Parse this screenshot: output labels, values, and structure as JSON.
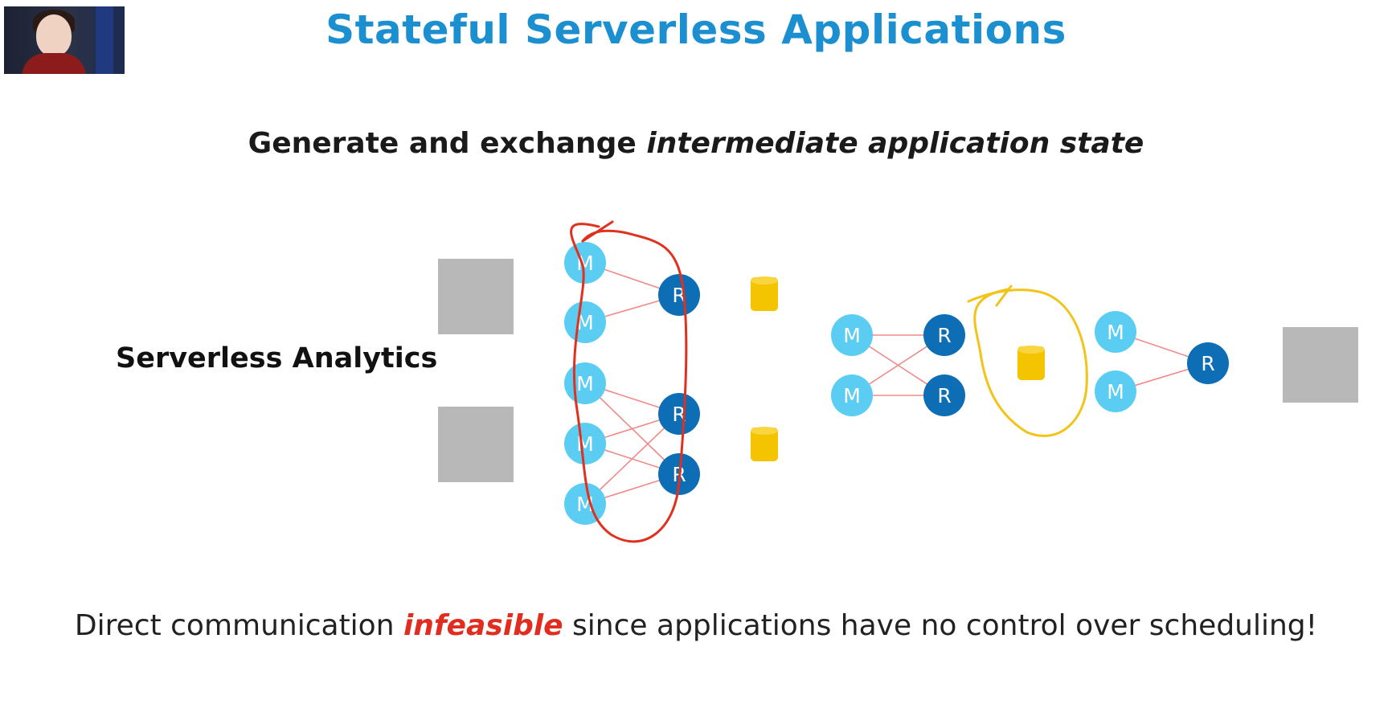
{
  "slide": {
    "title": "Stateful Serverless Applications",
    "subtitle_prefix": "Generate and exchange ",
    "subtitle_emphasis": "intermediate application state",
    "row_label": "Serverless Analytics",
    "footer_prefix": "Direct communication ",
    "footer_emphasis": "infeasible",
    "footer_suffix": " since applications have no control over scheduling!"
  },
  "diagram": {
    "mapper_label": "M",
    "reducer_label": "R",
    "stage1_mappers": 5,
    "stage1_reducers": 3,
    "stage2_mappers": 2,
    "stage2_reducers": 2,
    "stage3_mappers": 2,
    "stage3_reducers": 1,
    "storage_nodes": 3,
    "colors": {
      "mapper": "#5ccdf2",
      "reducer": "#0d6db5",
      "storage": "#f5c400",
      "box": "#b8b8b8",
      "edge": "#f08a8a",
      "annotation_red": "#e0301e",
      "annotation_yellow": "#f2c41a"
    }
  }
}
